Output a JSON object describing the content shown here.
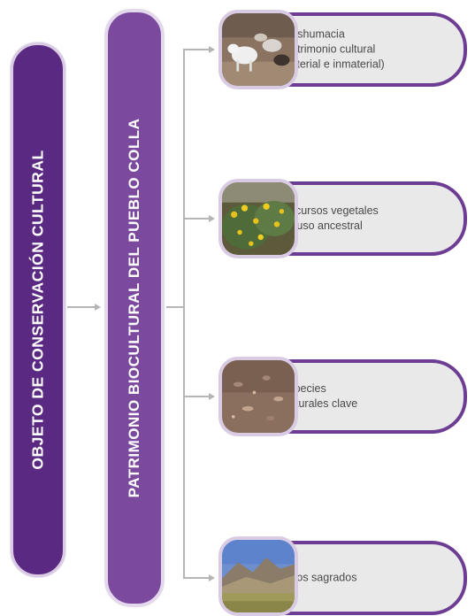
{
  "left_pill": {
    "label": "OBJETO DE CONSERVACIÓN CULTURAL"
  },
  "right_pill": {
    "label": "PATRIMONIO BIOCULTURAL DEL PUEBLO COLLA"
  },
  "items": [
    {
      "label": "Trashumacia\n(patrimonio cultural\nmaterial e inmaterial)",
      "image": "goats-photo"
    },
    {
      "label": "Recursos vegetales\nde uso ancestral",
      "image": "yellow-flowers-photo"
    },
    {
      "label": "Especies\nculturales clave",
      "image": "desert-ground-photo"
    },
    {
      "label": "Sitios sagrados",
      "image": "mountain-landscape-photo"
    }
  ],
  "colors": {
    "dark_purple": "#5a2a82",
    "medium_purple": "#7b4a9e",
    "card_border": "#6d3d93",
    "card_fill": "#e9e9e9",
    "connector": "#b5b5b5"
  }
}
